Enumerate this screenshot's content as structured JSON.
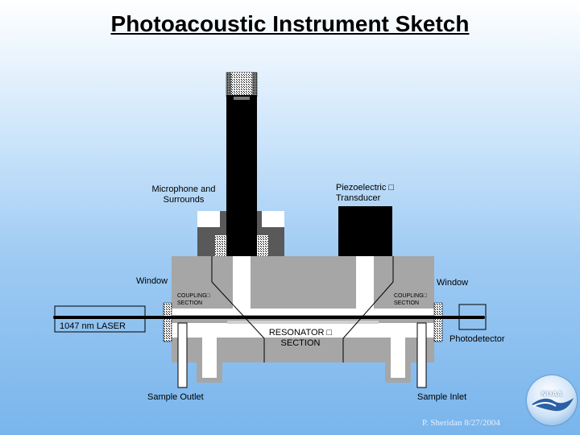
{
  "title": "Photoacoustic Instrument Sketch",
  "labels": {
    "microphone": "Microphone and\nSurrounds",
    "piezo": "Piezoelectric □\nTransducer",
    "window_left": "Window",
    "window_right": "Window",
    "coupling_left": "COUPLING□\nSECTION",
    "coupling_right": "COUPLING□\nSECTION",
    "laser": "1047 nm LASER",
    "resonator": "RESONATOR □\nSECTION",
    "photodetector": "Photodetector",
    "sample_outlet": "Sample Outlet",
    "sample_inlet": "Sample Inlet"
  },
  "credit": "P. Sheridan  8/27/2004",
  "logo_text": "NOAA",
  "colors": {
    "body_gray": "#a6a6a6",
    "dark_gray": "#595959",
    "black": "#000000",
    "white": "#ffffff"
  }
}
